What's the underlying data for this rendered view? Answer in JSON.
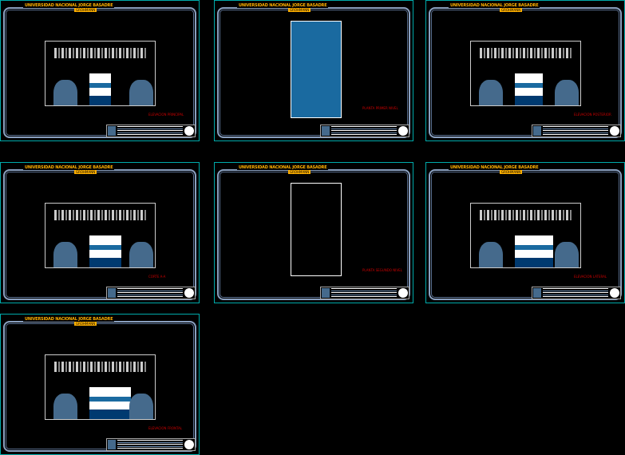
{
  "header": {
    "title": "UNIVERSIDAD NACIONAL JORGE BASADRE",
    "subtitle": "GROHMANN"
  },
  "accent_colors": {
    "frame": "#8aa0c0",
    "border": "#00aaaa",
    "title": "#ffb000",
    "tree": "#456a8c",
    "label": "#cc0000"
  },
  "sheets": [
    {
      "kind": "elevation",
      "label": "ELEVACION PRINCIPAL"
    },
    {
      "kind": "plan",
      "label": "PLANTA PRIMER NIVEL"
    },
    {
      "kind": "elevation",
      "label": "ELEVACION POSTERIOR"
    },
    {
      "kind": "elevation",
      "label": "CORTE A-A"
    },
    {
      "kind": "plan",
      "label": "PLANTA SEGUNDO NIVEL"
    },
    {
      "kind": "elevation",
      "label": "ELEVACION LATERAL"
    },
    {
      "kind": "elevation",
      "label": "ELEVACION FRONTAL"
    }
  ]
}
